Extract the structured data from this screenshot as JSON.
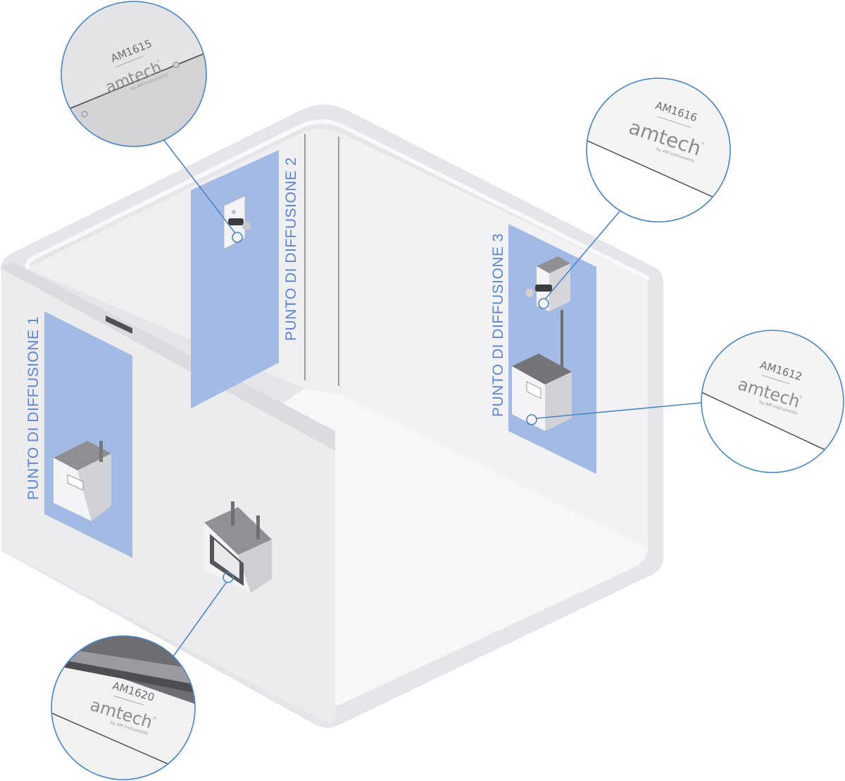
{
  "zones": [
    {
      "label": "PUNTO DI DIFFUSIONE 1"
    },
    {
      "label": "PUNTO DI DIFFUSIONE 2"
    },
    {
      "label": "PUNTO DI DIFFUSIONE 3"
    }
  ],
  "callouts": [
    {
      "code": "AM1615",
      "brand": "amtech",
      "sub": "by AM instruments",
      "reg": "®"
    },
    {
      "code": "AM1616",
      "brand": "amtech",
      "sub": "by AM instruments",
      "reg": "®"
    },
    {
      "code": "AM1612",
      "brand": "amtech",
      "sub": "by AM instruments",
      "reg": "®"
    },
    {
      "code": "AM1620",
      "brand": "amtech",
      "sub": "by AM instruments",
      "reg": "®"
    }
  ],
  "colors": {
    "wall": "#ebebee",
    "wall_edge": "#d9d9dd",
    "zone_panel": "#a2bae4",
    "zone_text": "#5b86cf",
    "callout_ring": "#4a86c5"
  }
}
